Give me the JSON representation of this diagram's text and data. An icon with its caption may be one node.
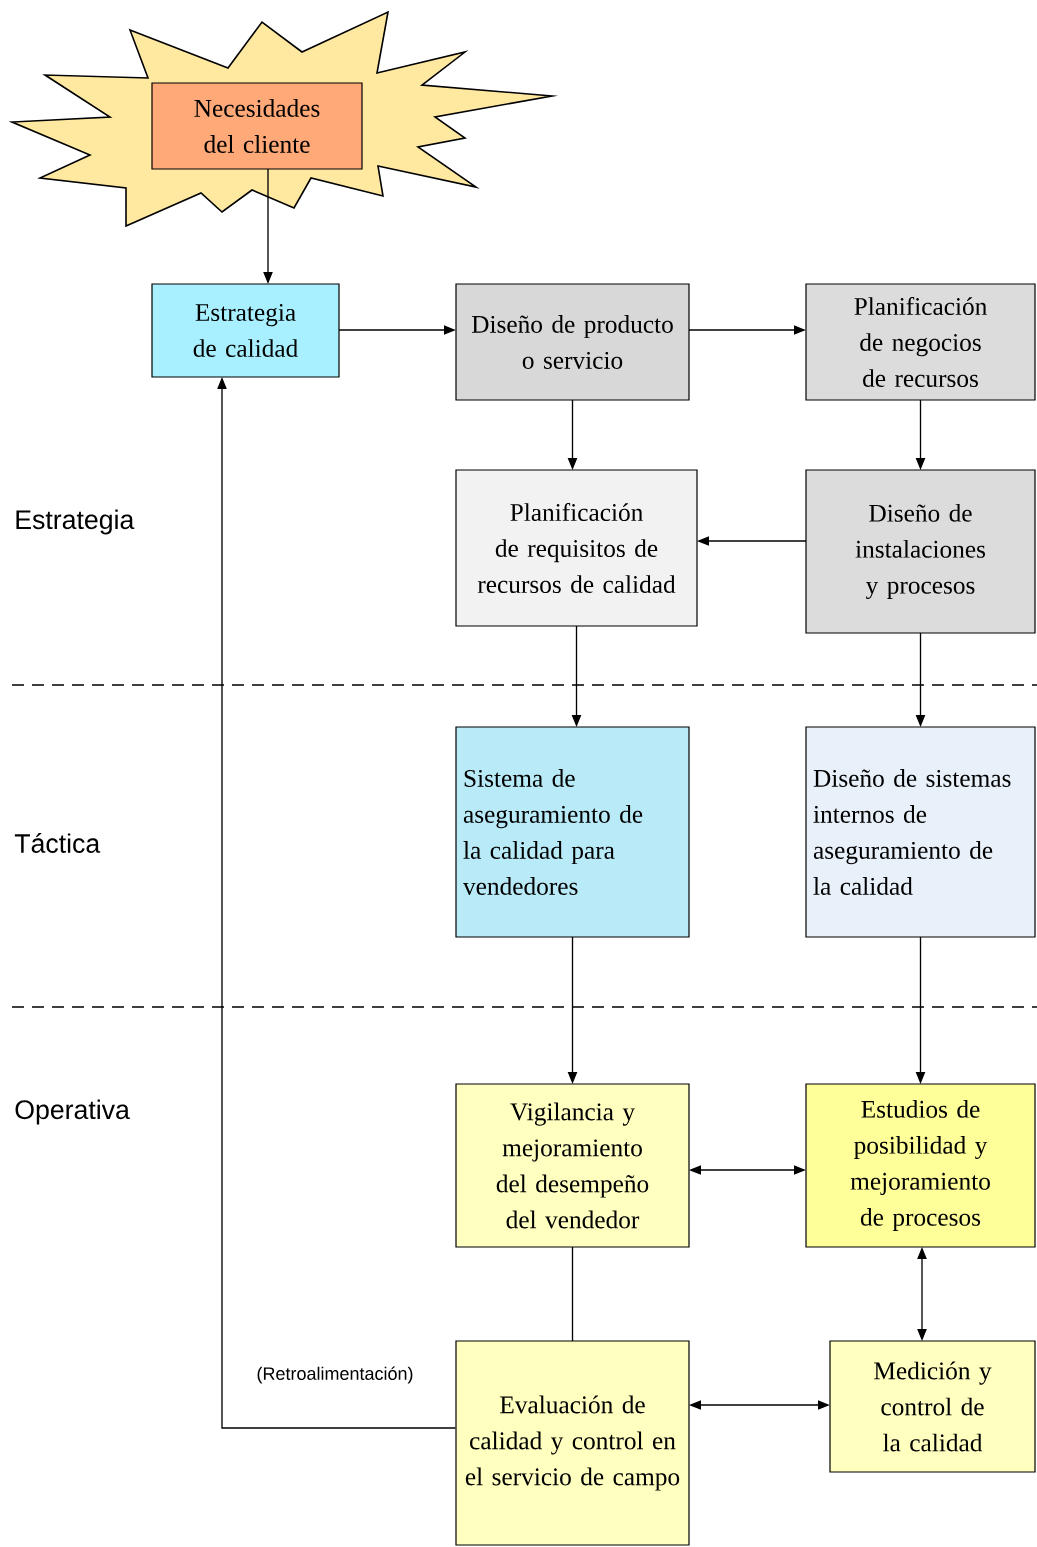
{
  "diagram": {
    "nodes": [
      {
        "text": [],
        "shape": "star"
      },
      {
        "text": [
          "Necesidades del cliente"
        ],
        "in": 0
      },
      {
        "text": [
          "Estrategia de calidad"
        ]
      },
      {
        "text": [
          "Diseño de producto o servicio"
        ]
      },
      {
        "text": [
          "Planificación de negocios de recursos"
        ]
      },
      {
        "text": [
          "Planificación de requisitos de recursos de calidad"
        ]
      },
      {
        "text": [
          "Diseño de instalaciones y procesos"
        ]
      },
      {
        "text": [
          "Sistema de aseguramiento de la calidad para vendedores"
        ]
      },
      {
        "text": [
          "Diseño de sistemas internos de aseguramiento de la calidad"
        ]
      },
      {
        "text": [
          "Vigilancia y mejoramiento del desempeño del vendedor"
        ]
      },
      {
        "text": [
          "Estudios de posibilidad y mejoramiento de procesos"
        ]
      },
      {
        "text": [
          "Evaluación de calidad y control en el servicio de campo"
        ]
      },
      {
        "text": [
          "Medición y control de la calidad"
        ]
      }
    ],
    "edges": [
      {
        "from": 1,
        "to": 2,
        "arrow": "to"
      },
      {
        "from": 2,
        "to": 3,
        "arrow": "to"
      },
      {
        "from": 3,
        "to": 4,
        "arrow": "to"
      },
      {
        "from": 3,
        "to": 5,
        "arrow": "to"
      },
      {
        "from": 4,
        "to": 6,
        "arrow": "to"
      },
      {
        "from": 6,
        "to": 5,
        "arrow": "to"
      },
      {
        "from": 5,
        "to": 7,
        "arrow": "to"
      },
      {
        "from": 6,
        "to": 8,
        "arrow": "to"
      },
      {
        "from": 7,
        "to": 9,
        "arrow": "to"
      },
      {
        "from": 8,
        "to": 10,
        "arrow": "to"
      },
      {
        "from": 9,
        "to": 10,
        "arrow": "both"
      },
      {
        "from": 10,
        "to": 12,
        "arrow": "both"
      },
      {
        "from": 9,
        "to": 11,
        "arrow": "none"
      },
      {
        "from": 11,
        "to": 12,
        "arrow": "both"
      },
      {
        "from": 11,
        "to": 2,
        "arrow": "to",
        "label": "(Retroalimentación)"
      }
    ],
    "labels": [
      "Estrategia",
      "Táctica",
      "Operativa"
    ]
  }
}
